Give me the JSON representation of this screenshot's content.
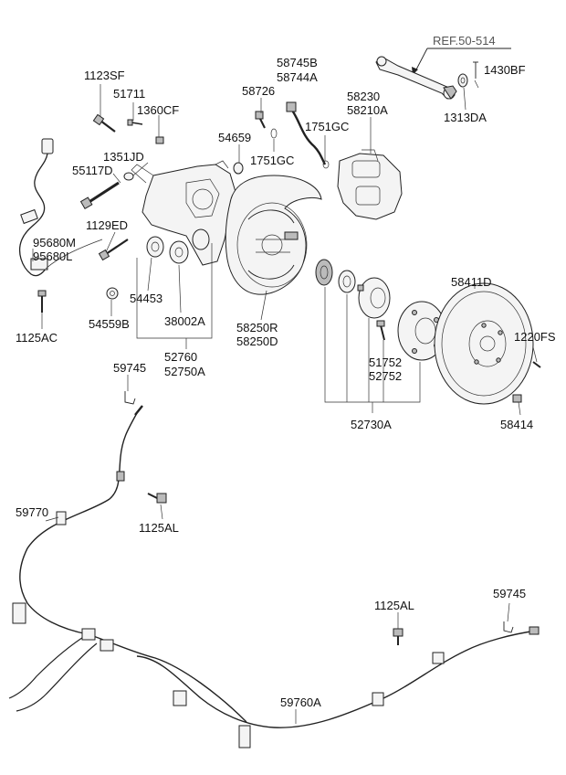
{
  "diagram": {
    "reference": "REF.50-514",
    "labels": {
      "l_1123SF": "1123SF",
      "l_51711": "51711",
      "l_1360CF": "1360CF",
      "l_1351JD": "1351JD",
      "l_55117D": "55117D",
      "l_1129ED": "1129ED",
      "l_95680M": "95680M",
      "l_95680L": "95680L",
      "l_1125AC": "1125AC",
      "l_54659": "54659",
      "l_58726": "58726",
      "l_58745B": "58745B",
      "l_58744A": "58744A",
      "l_1751GC_a": "1751GC",
      "l_1751GC_b": "1751GC",
      "l_58230": "58230",
      "l_58210A": "58210A",
      "l_1430BF": "1430BF",
      "l_1313DA": "1313DA",
      "l_54453": "54453",
      "l_54559B": "54559B",
      "l_38002A": "38002A",
      "l_58250R": "58250R",
      "l_58250D": "58250D",
      "l_52760": "52760",
      "l_52750A": "52750A",
      "l_58411D": "58411D",
      "l_1220FS": "1220FS",
      "l_51752": "51752",
      "l_52752": "52752",
      "l_52730A": "52730A",
      "l_58414": "58414",
      "l_59745_a": "59745",
      "l_59770": "59770",
      "l_1125AL_a": "1125AL",
      "l_1125AL_b": "1125AL",
      "l_59745_b": "59745",
      "l_59760A": "59760A"
    }
  }
}
